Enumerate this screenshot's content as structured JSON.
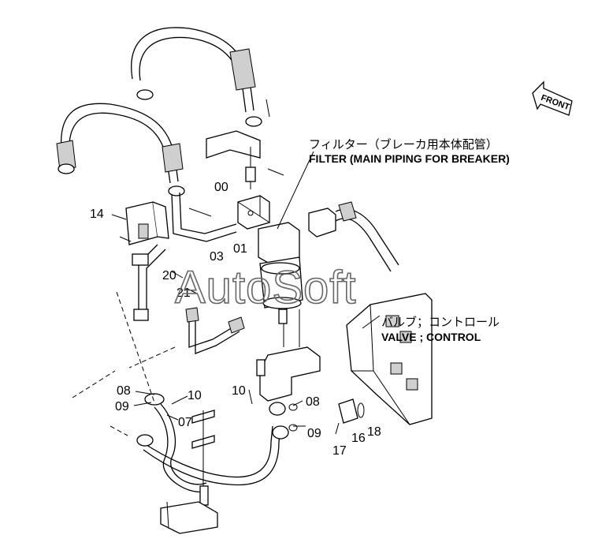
{
  "front_arrow": {
    "label": "FRONT"
  },
  "callouts": {
    "filter": {
      "jp": "フィルター（ブレーカ用本体配管）",
      "en": "FILTER (MAIN PIPING FOR BREAKER)"
    },
    "valve": {
      "jp": "バルブ；コントロール",
      "en": "VALVE ; CONTROL"
    }
  },
  "part_numbers": {
    "p00": "00",
    "p01": "01",
    "p03": "03",
    "p14": "14",
    "p20": "20",
    "p21": "21",
    "p08a": "08",
    "p09a": "09",
    "p10a": "10",
    "p07": "07",
    "p10b": "10",
    "p08b": "08",
    "p09b": "09",
    "p17": "17",
    "p16": "16",
    "p18": "18"
  },
  "watermark": "AutoSoft"
}
